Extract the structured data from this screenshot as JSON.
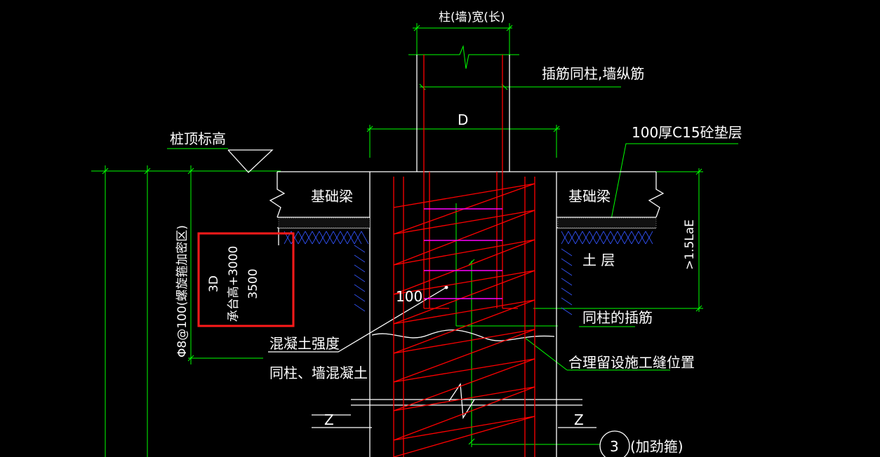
{
  "labels": {
    "column_width": "柱(墙)宽(长)",
    "dowel_note": "插筋同柱,墙纵筋",
    "d_dim": "D",
    "pile_top_elev": "桩顶标高",
    "cushion_note": "100厚C15砼垫层",
    "beam_left": "基础梁",
    "beam_right": "基础梁",
    "embed_len": ">1.5LaE",
    "soil_layer": "土 层",
    "spiral_note": "Φ8@100(螺旋箍加密区)",
    "cap_line1": "3D",
    "cap_line2": "承台高+3000",
    "cap_line3": "3500",
    "dim_100": "100",
    "concrete_line1": "混凝土强度",
    "concrete_line2": "同柱、墙混凝土",
    "dowel_same": "同柱的插筋",
    "joint_note": "合理留设施工缝位置",
    "section_left": "Z",
    "section_right": "Z",
    "detail_num": "3",
    "detail_label": "(加劲箍)"
  },
  "colors": {
    "background": "#000000",
    "dimension": "#00ff00",
    "outline": "#ffffff",
    "rebar": "#ff0000",
    "stirrup": "#ff00ff",
    "hatch": "#3355ff",
    "highlight": "#ff1a1a"
  }
}
